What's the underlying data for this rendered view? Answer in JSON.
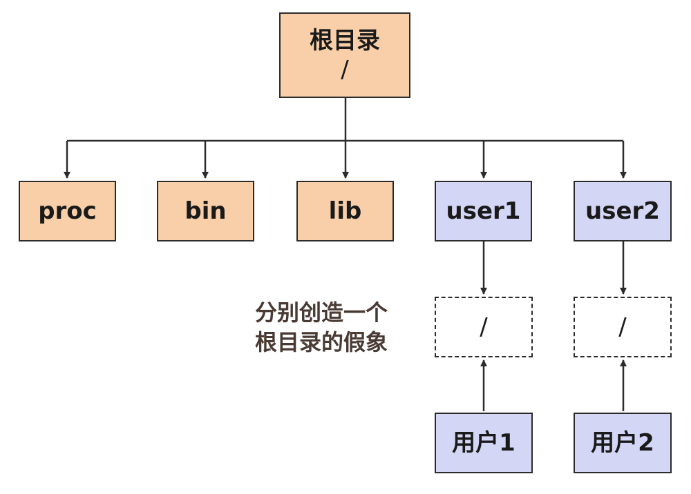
{
  "root": {
    "title": "根目录",
    "path": "/"
  },
  "dirs": {
    "proc": "proc",
    "bin": "bin",
    "lib": "lib",
    "user1": "user1",
    "user2": "user2"
  },
  "fake_roots": {
    "user1": "/",
    "user2": "/"
  },
  "users": {
    "user1": "用户1",
    "user2": "用户2"
  },
  "note": {
    "line1": "分别创造一个",
    "line2": "根目录的假象"
  },
  "colors": {
    "system_dir_fill": "#f8cfa8",
    "user_dir_fill": "#d3d6f4",
    "stroke": "#2b2b2b",
    "note_text": "#4a3a34"
  }
}
